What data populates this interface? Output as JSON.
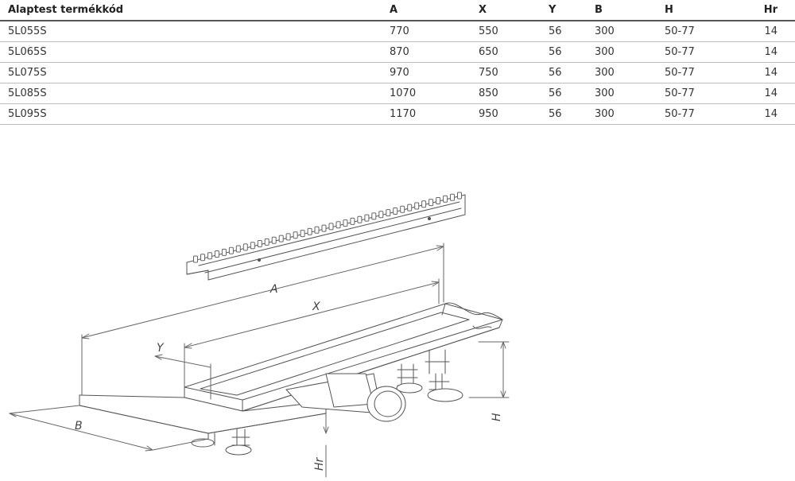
{
  "table": {
    "columns": [
      "Alaptest termékkód",
      "A",
      "X",
      "Y",
      "B",
      "H",
      "Hr"
    ],
    "rows": [
      [
        "5L055S",
        "770",
        "550",
        "56",
        "300",
        "50-77",
        "14"
      ],
      [
        "5L065S",
        "870",
        "650",
        "56",
        "300",
        "50-77",
        "14"
      ],
      [
        "5L075S",
        "970",
        "750",
        "56",
        "300",
        "50-77",
        "14"
      ],
      [
        "5L085S",
        "1070",
        "850",
        "56",
        "300",
        "50-77",
        "14"
      ],
      [
        "5L095S",
        "1170",
        "950",
        "56",
        "300",
        "50-77",
        "14"
      ]
    ]
  },
  "drawing": {
    "labels": {
      "a": "A",
      "x": "X",
      "y": "Y",
      "b": "B",
      "h": "H",
      "hr": "Hr"
    }
  },
  "colors": {
    "line": "#555555",
    "header_rule": "#555555",
    "row_rule": "#bdbdbd"
  }
}
